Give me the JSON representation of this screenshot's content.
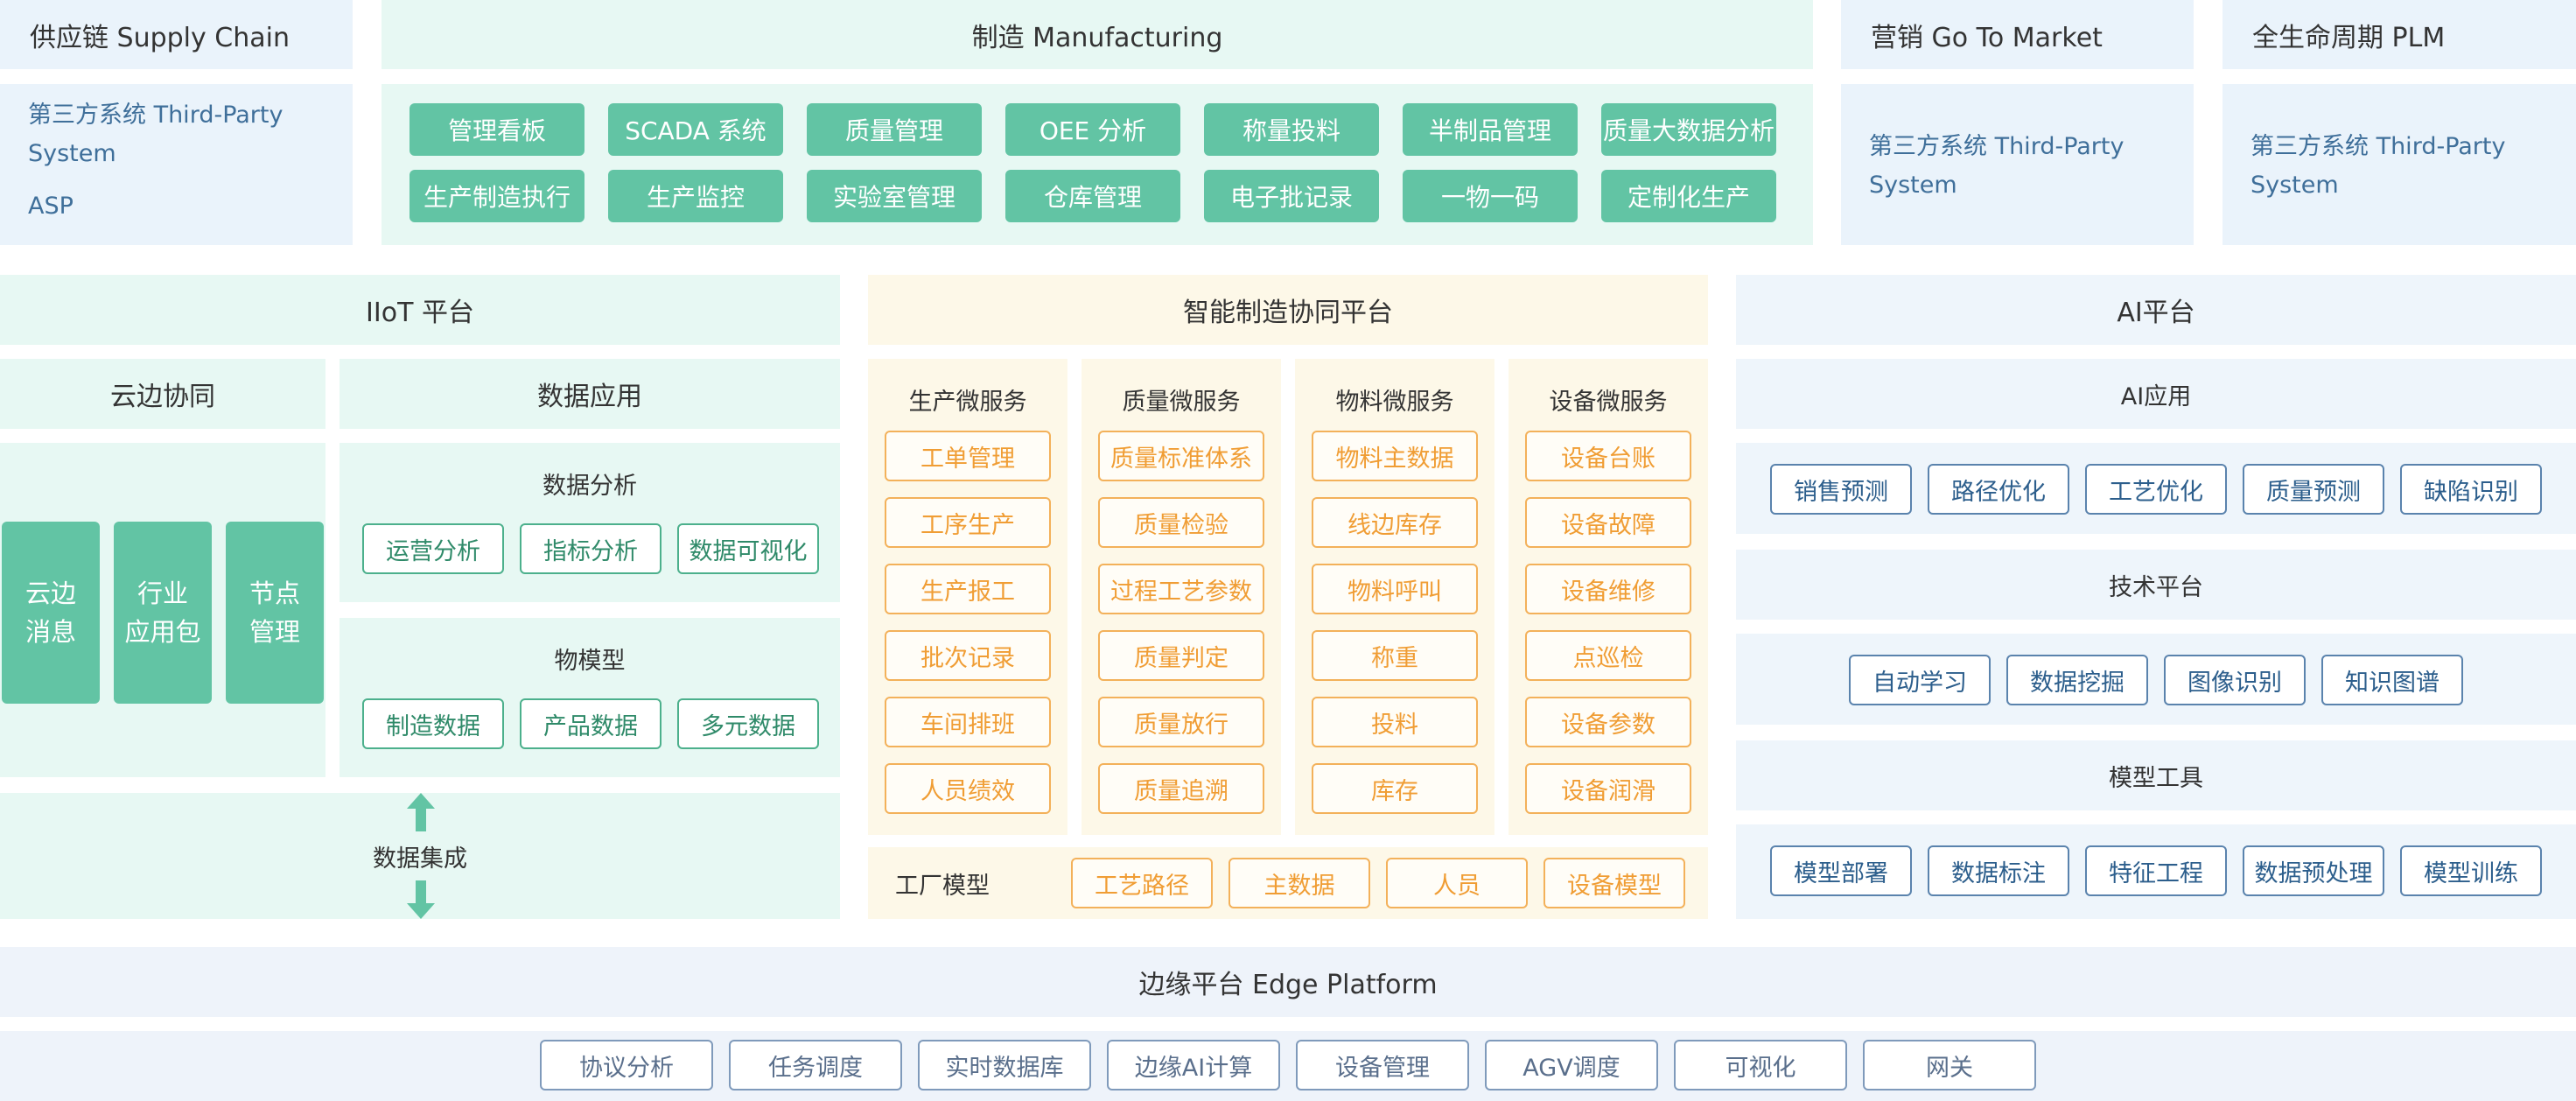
{
  "top_headers": {
    "supply_chain": "供应链 Supply Chain",
    "manufacturing": "制造 Manufacturing",
    "go_to_market": "营销 Go To Market",
    "plm": "全生命周期 PLM"
  },
  "supply_chain_box": {
    "line1": "第三方系统 Third-Party",
    "line2": "System",
    "line3": "ASP"
  },
  "go_to_market_box": {
    "line1": "第三方系统 Third-Party",
    "line2": "System"
  },
  "plm_box": {
    "line1": "第三方系统 Third-Party",
    "line2": "System"
  },
  "manufacturing_modules": [
    "管理看板",
    "SCADA 系统",
    "质量管理",
    "OEE 分析",
    "称量投料",
    "半制品管理",
    "质量大数据分析",
    "生产制造执行",
    "生产监控",
    "实验室管理",
    "仓库管理",
    "电子批记录",
    "一物一码",
    "定制化生产"
  ],
  "iiot": {
    "title": "IIoT 平台",
    "cloud_edge_title": "云边协同",
    "data_app_title": "数据应用",
    "cloud_edge_tiles": [
      {
        "line1": "云边",
        "line2": "消息"
      },
      {
        "line1": "行业",
        "line2": "应用包"
      },
      {
        "line1": "节点",
        "line2": "管理"
      }
    ],
    "data_analysis_title": "数据分析",
    "data_analysis_items": [
      "运营分析",
      "指标分析",
      "数据可视化"
    ],
    "object_model_title": "物模型",
    "object_model_items": [
      "制造数据",
      "产品数据",
      "多元数据"
    ],
    "integration_label": "数据集成"
  },
  "smart_mfg": {
    "title": "智能制造协同平台",
    "columns": [
      {
        "title": "生产微服务",
        "items": [
          "工单管理",
          "工序生产",
          "生产报工",
          "批次记录",
          "车间排班",
          "人员绩效"
        ]
      },
      {
        "title": "质量微服务",
        "items": [
          "质量标准体系",
          "质量检验",
          "过程工艺参数",
          "质量判定",
          "质量放行",
          "质量追溯"
        ]
      },
      {
        "title": "物料微服务",
        "items": [
          "物料主数据",
          "线边库存",
          "物料呼叫",
          "称重",
          "投料",
          "库存"
        ]
      },
      {
        "title": "设备微服务",
        "items": [
          "设备台账",
          "设备故障",
          "设备维修",
          "点巡检",
          "设备参数",
          "设备润滑"
        ]
      }
    ],
    "factory_model_label": "工厂模型",
    "factory_model_items": [
      "工艺路径",
      "主数据",
      "人员",
      "设备模型"
    ]
  },
  "ai": {
    "title": "AI平台",
    "ai_app_title": "AI应用",
    "ai_app_items": [
      "销售预测",
      "路径优化",
      "工艺优化",
      "质量预测",
      "缺陷识别"
    ],
    "tech_title": "技术平台",
    "tech_items": [
      "自动学习",
      "数据挖掘",
      "图像识别",
      "知识图谱"
    ],
    "model_tools_title": "模型工具",
    "model_tools_items": [
      "模型部署",
      "数据标注",
      "特征工程",
      "数据预处理",
      "模型训练"
    ]
  },
  "edge": {
    "title": "边缘平台 Edge Platform",
    "items": [
      "协议分析",
      "任务调度",
      "实时数据库",
      "边缘AI计算",
      "设备管理",
      "AGV调度",
      "可视化",
      "网关"
    ]
  }
}
